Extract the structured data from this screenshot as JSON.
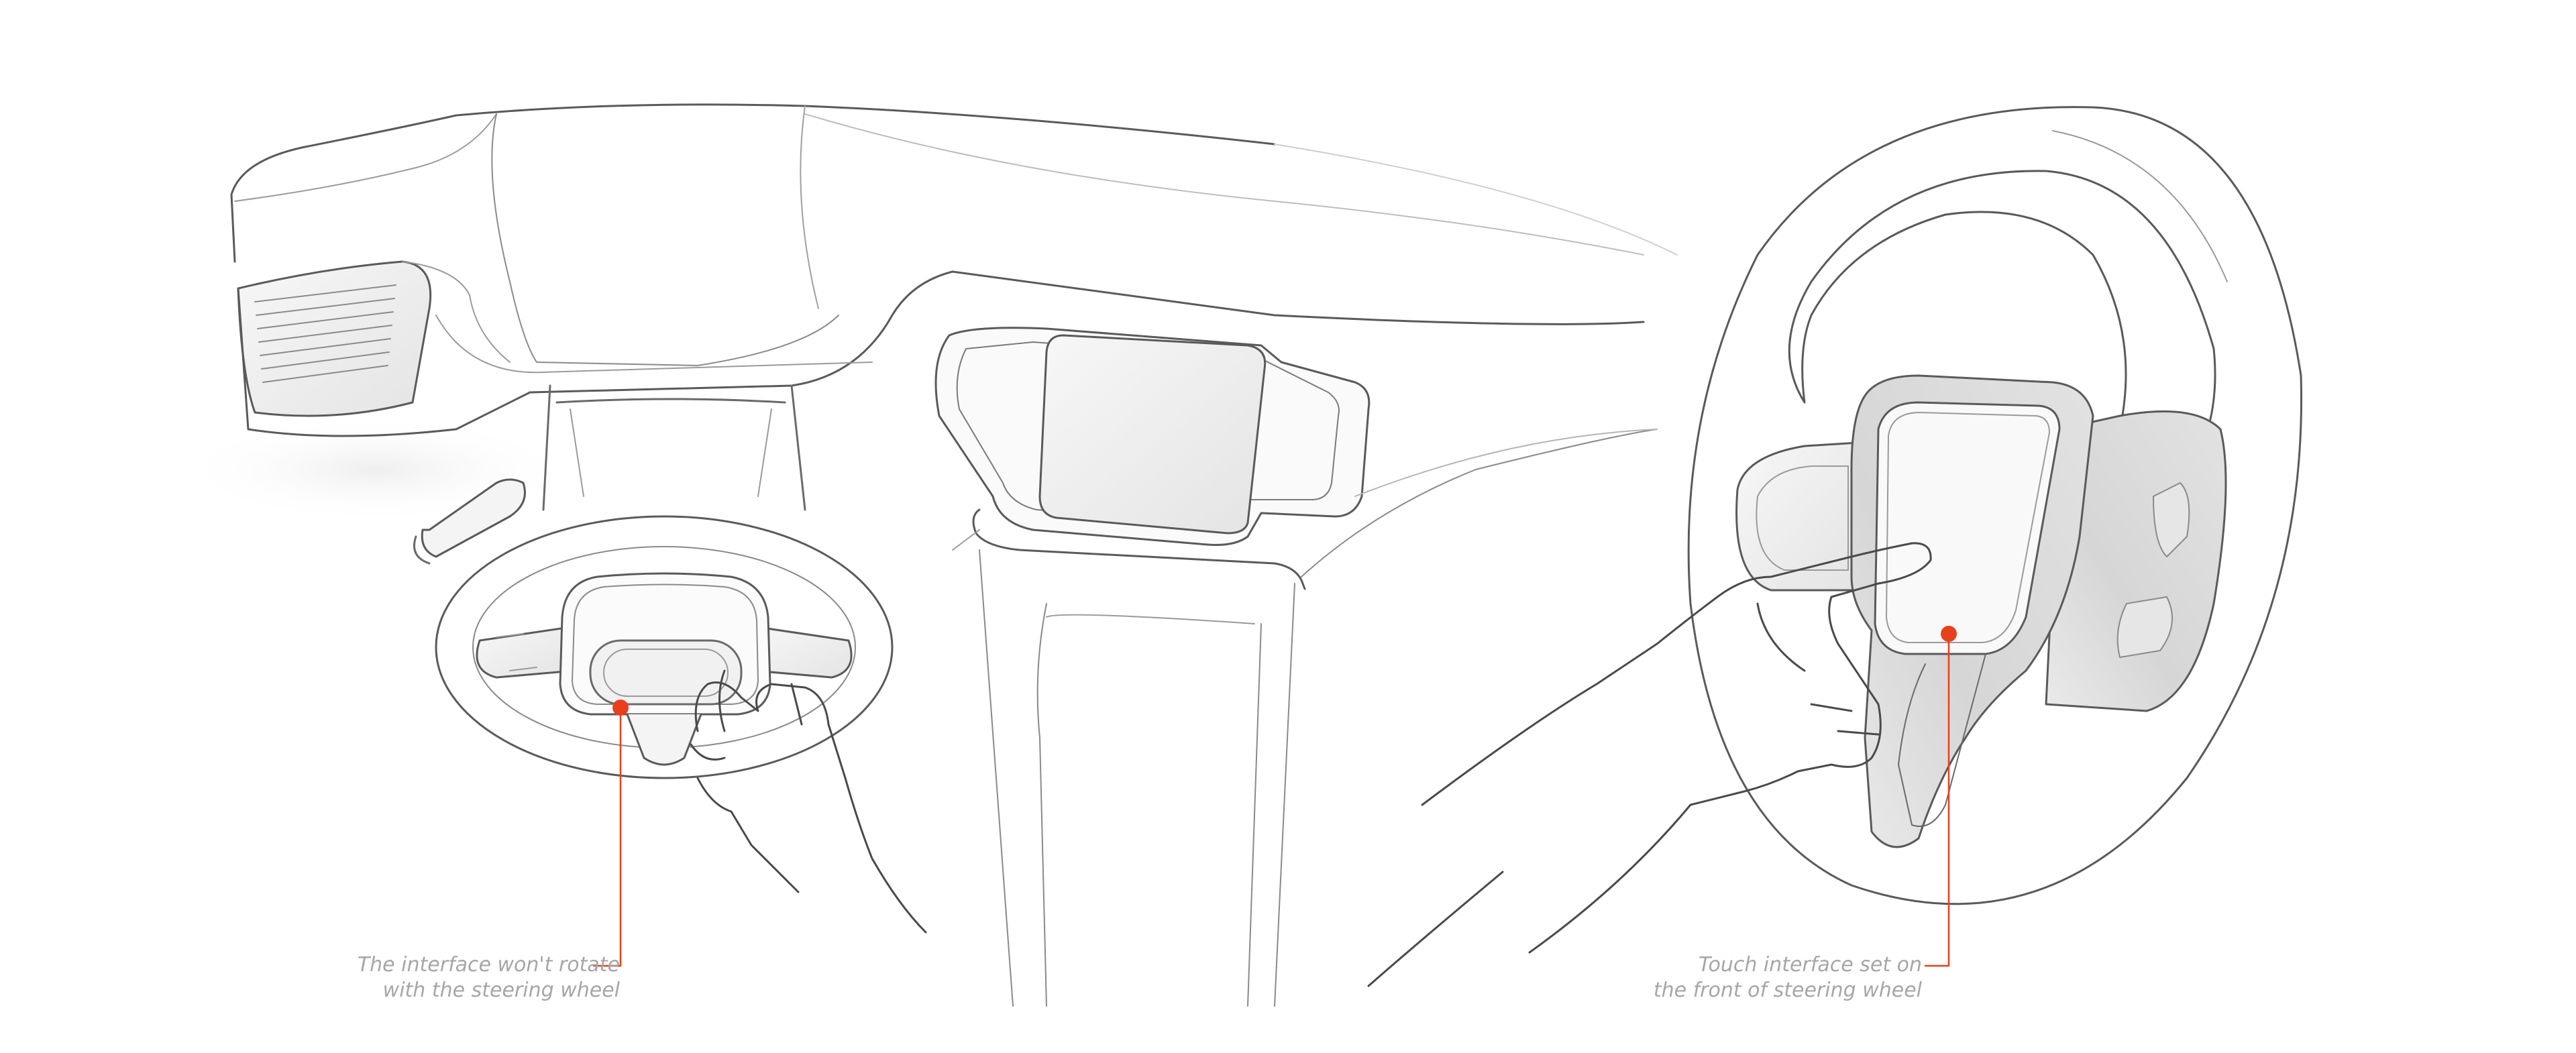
{
  "accent_color": "#e8401c",
  "line_color": "#5a5a5a",
  "shade_color": "#eeeeee",
  "callouts": {
    "left": {
      "line1": "The interface won't rotate",
      "line2": "with the steering wheel"
    },
    "right": {
      "line1": "Touch interface set on",
      "line2": "the front of steering wheel"
    }
  }
}
